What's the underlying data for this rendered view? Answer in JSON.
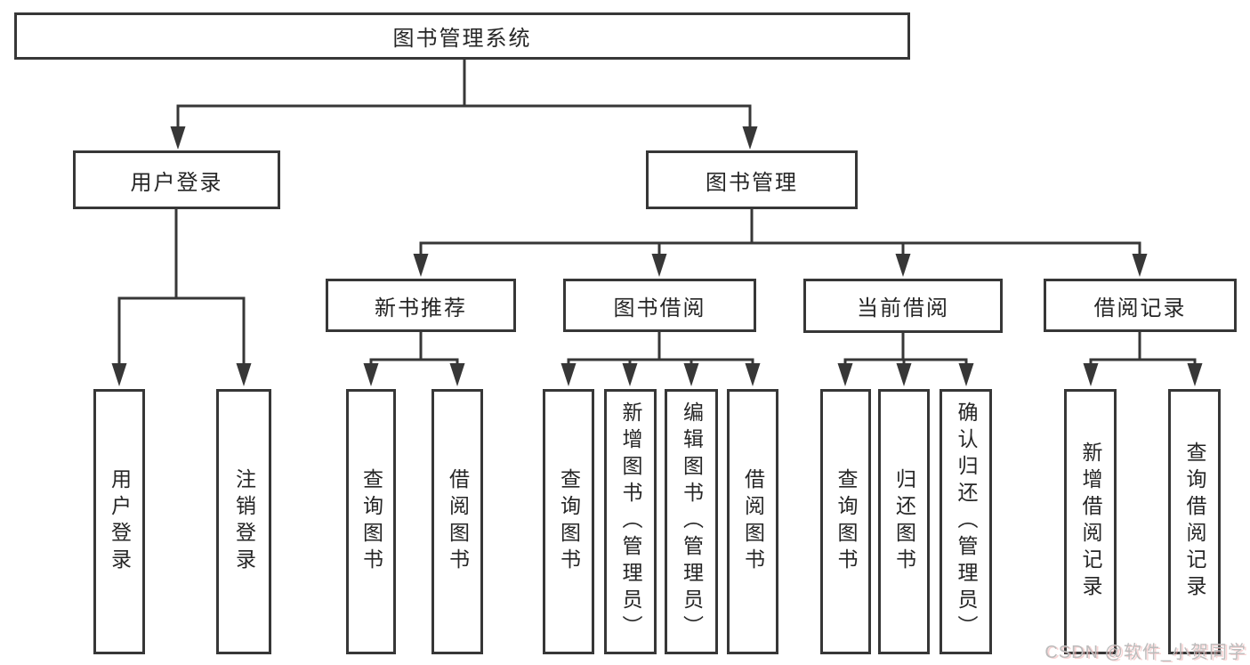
{
  "nodes": {
    "root": "图书管理系统",
    "user_login": "用户登录",
    "book_mgmt": "图书管理",
    "new_book_rec": "新书推荐",
    "book_borrow": "图书借阅",
    "current_borrow": "当前借阅",
    "borrow_records": "借阅记录",
    "leaf_user_login": "用户登录",
    "leaf_logout": "注销登录",
    "leaf_nbr_query": "查询图书",
    "leaf_nbr_borrow": "借阅图书",
    "leaf_bb_query": "查询图书",
    "leaf_bb_add": "新增图书（管理员）",
    "leaf_bb_edit": "编辑图书（管理员）",
    "leaf_bb_borrow": "借阅图书",
    "leaf_cb_query": "查询图书",
    "leaf_cb_return": "归还图书",
    "leaf_cb_confirm": "确认归还（管理员）",
    "leaf_br_add": "新增借阅记录",
    "leaf_br_query": "查询借阅记录"
  },
  "watermark": {
    "text": "CSDN @软件_小贺同学"
  },
  "colors": {
    "line": "#373737",
    "box_border": "#373737",
    "text": "#262626",
    "background": "#ffffff",
    "watermark": "#bcbcbc"
  }
}
